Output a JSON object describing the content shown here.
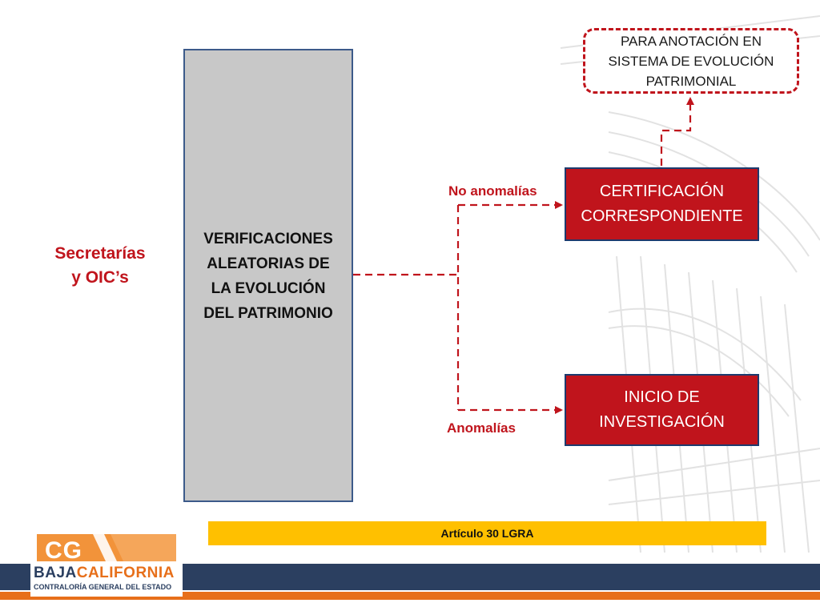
{
  "actor": {
    "line1": "Secretarías",
    "line2": "y OIC’s"
  },
  "main_process": {
    "lines": [
      "VERIFICACIONES",
      "ALEATORIAS DE",
      "LA EVOLUCIÓN",
      "DEL PATRIMONIO"
    ]
  },
  "branches": {
    "no_anomalies_label": "No anomalías",
    "anomalies_label": "Anomalías"
  },
  "certification": {
    "lines": [
      "CERTIFICACIÓN",
      "CORRESPONDIENTE"
    ]
  },
  "investigation": {
    "lines": [
      "INICIO DE",
      "INVESTIGACIÓN"
    ]
  },
  "note": {
    "lines": [
      "PARA ANOTACIÓN EN",
      "SISTEMA DE EVOLUCIÓN",
      "PATRIMONIAL"
    ]
  },
  "article": {
    "label": "Artículo 30 LGRA"
  },
  "logo": {
    "initials": "CG",
    "name_part1": "BAJA",
    "name_part2": "CALIFORNIA",
    "subtitle": "CONTRALORÍA GENERAL DEL ESTADO"
  },
  "colors": {
    "accent_red": "#c0141c",
    "navy": "#2b3f60",
    "orange": "#e76f1a",
    "yellow": "#ffc000",
    "box_gray": "#c8c8c8"
  }
}
